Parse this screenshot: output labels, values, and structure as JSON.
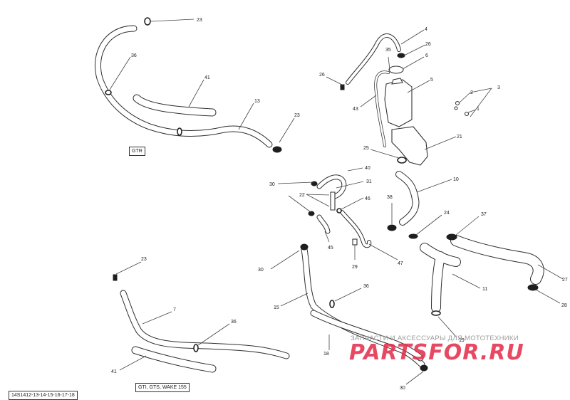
{
  "document_code": "14S1412-13-14-15-16-17-18",
  "variant_labels": {
    "upper_left": "GTR",
    "lower_left": "GTI, GTS, WAKE 155"
  },
  "watermark": {
    "subtitle": "ЗАПЧАСТИ И АКСЕССУАРЫ ДЛЯ МОТОТЕХНИКИ",
    "logo": "PARTSFOR.RU",
    "color": "#e32a48"
  },
  "callouts": [
    {
      "id": "c23a",
      "text": "23"
    },
    {
      "id": "c36a",
      "text": "36"
    },
    {
      "id": "c41a",
      "text": "41"
    },
    {
      "id": "c13",
      "text": "13"
    },
    {
      "id": "c23b",
      "text": "23"
    },
    {
      "id": "c4",
      "text": "4"
    },
    {
      "id": "c26a",
      "text": "26"
    },
    {
      "id": "c35",
      "text": "35"
    },
    {
      "id": "c6",
      "text": "6"
    },
    {
      "id": "c26b",
      "text": "26"
    },
    {
      "id": "c5",
      "text": "5"
    },
    {
      "id": "c3",
      "text": "3"
    },
    {
      "id": "c2",
      "text": "2"
    },
    {
      "id": "c1",
      "text": "1"
    },
    {
      "id": "c43",
      "text": "43"
    },
    {
      "id": "c21",
      "text": "21"
    },
    {
      "id": "c25",
      "text": "25"
    },
    {
      "id": "c40",
      "text": "40"
    },
    {
      "id": "c30a",
      "text": "30"
    },
    {
      "id": "c22",
      "text": "22"
    },
    {
      "id": "c31",
      "text": "31"
    },
    {
      "id": "c46",
      "text": "46"
    },
    {
      "id": "c10",
      "text": "10"
    },
    {
      "id": "c38",
      "text": "38"
    },
    {
      "id": "c24",
      "text": "24"
    },
    {
      "id": "c37",
      "text": "37"
    },
    {
      "id": "c45",
      "text": "45"
    },
    {
      "id": "c29",
      "text": "29"
    },
    {
      "id": "c47",
      "text": "47"
    },
    {
      "id": "c30b",
      "text": "30"
    },
    {
      "id": "c36b",
      "text": "36"
    },
    {
      "id": "c15",
      "text": "15"
    },
    {
      "id": "c11",
      "text": "11"
    },
    {
      "id": "c27",
      "text": "27"
    },
    {
      "id": "c28",
      "text": "28"
    },
    {
      "id": "c23c",
      "text": "23"
    },
    {
      "id": "c7",
      "text": "7"
    },
    {
      "id": "c36c",
      "text": "36"
    },
    {
      "id": "c41b",
      "text": "41"
    },
    {
      "id": "c18",
      "text": "18"
    },
    {
      "id": "c19",
      "text": "19"
    },
    {
      "id": "c30c",
      "text": "30"
    }
  ]
}
